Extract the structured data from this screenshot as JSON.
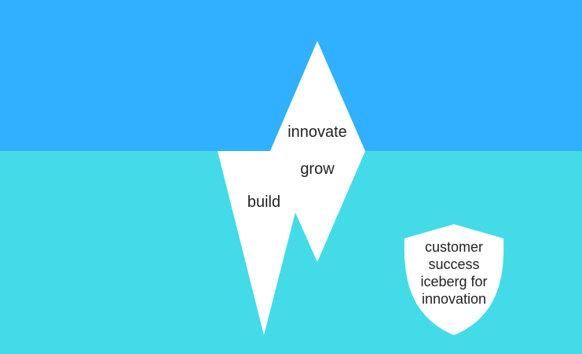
{
  "colors": {
    "sky": "#31b0ff",
    "water": "#44dbe8",
    "ice": "#ffffff",
    "text": "#222222"
  },
  "labels": {
    "top": "innovate",
    "middle": "grow",
    "bottom": "build"
  },
  "badge": {
    "lines": [
      "customer",
      "success",
      "iceberg for",
      "innovation"
    ]
  }
}
